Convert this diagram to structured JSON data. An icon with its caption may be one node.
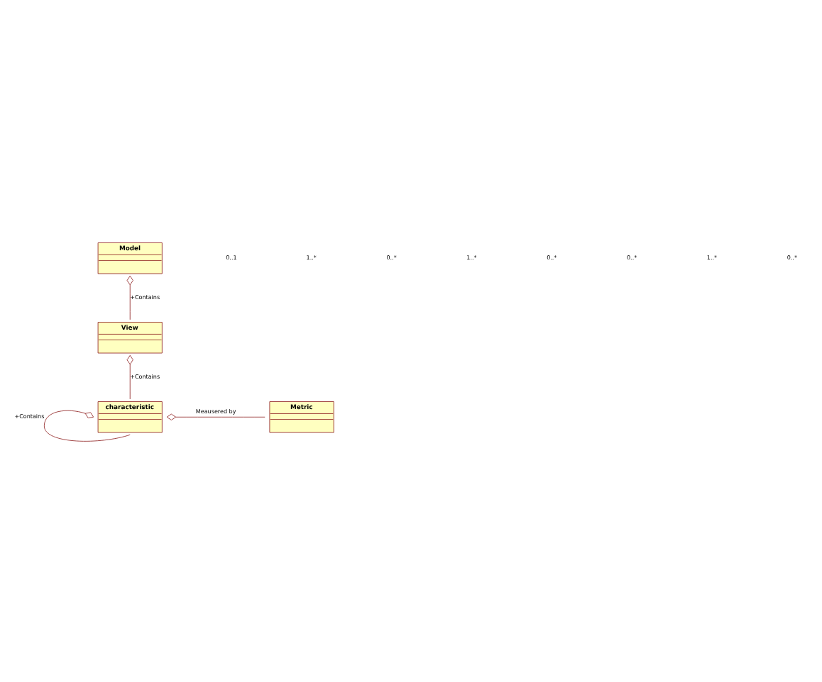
{
  "diagram": {
    "nodes": [
      {
        "text": [
          "Model"
        ]
      },
      {
        "text": [
          "View"
        ]
      },
      {
        "text": [
          "characteristic"
        ]
      },
      {
        "text": [
          "Metric"
        ]
      }
    ],
    "edges": [
      {
        "from": 0,
        "to": 1,
        "arrow": "other",
        "label": "+Contains"
      },
      {
        "from": 1,
        "to": 2,
        "arrow": "other",
        "label": "+Contains"
      },
      {
        "from": 2,
        "to": 2,
        "arrow": "other",
        "label": "+Contains"
      },
      {
        "from": 2,
        "to": 3,
        "arrow": "other",
        "label": "Meausered by"
      }
    ],
    "labels": [
      "0..1",
      "1..*",
      "0..*",
      "1..*",
      "0..*",
      "0..*",
      "1..*",
      "0..*"
    ]
  }
}
